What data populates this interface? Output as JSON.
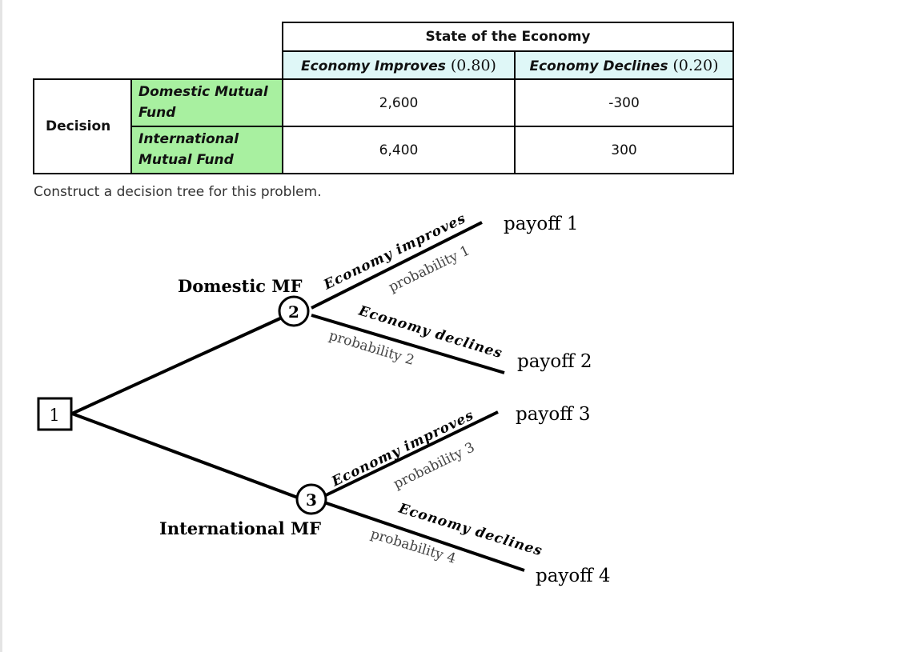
{
  "table": {
    "state_header": "State of the Economy",
    "improves_label": "Economy Improves",
    "improves_prob": "(0.80)",
    "declines_label": "Economy Declines",
    "declines_prob": "(0.20)",
    "decision_label": "Decision",
    "rows": [
      {
        "alternative_line1": "Domestic Mutual",
        "alternative_line2": "Fund",
        "improves": "2,600",
        "declines": "-300"
      },
      {
        "alternative_line1": "International",
        "alternative_line2": "Mutual Fund",
        "improves": "6,400",
        "declines": "300"
      }
    ]
  },
  "instruction": "Construct a decision tree for this problem.",
  "tree": {
    "root_node": "1",
    "domestic_node": "2",
    "international_node": "3",
    "domestic_label": "Domestic MF",
    "international_label": "International MF",
    "branch_improves": "Economy improves",
    "branch_declines": "Economy declines",
    "probability_1": "probability 1",
    "probability_2": "probability 2",
    "probability_3": "probability 3",
    "probability_4": "probability 4",
    "payoff_1": "payoff 1",
    "payoff_2": "payoff 2",
    "payoff_3": "payoff 3",
    "payoff_4": "payoff 4"
  }
}
